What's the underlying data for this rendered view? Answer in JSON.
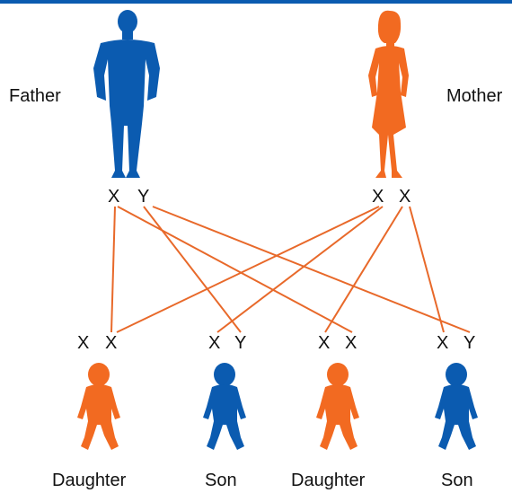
{
  "colors": {
    "male": "#0b5bb0",
    "female": "#f26a21",
    "line": "#e8692a",
    "topbar": "#0b5bb0"
  },
  "parents": {
    "father": {
      "label": "Father",
      "chromosomes": [
        "X",
        "Y"
      ],
      "icon": "man-silhouette-icon"
    },
    "mother": {
      "label": "Mother",
      "chromosomes": [
        "X",
        "X"
      ],
      "icon": "woman-silhouette-icon"
    }
  },
  "children": [
    {
      "label": "Daughter",
      "chromosomes": [
        "X",
        "X"
      ],
      "sex": "female",
      "icon": "baby-silhouette-icon"
    },
    {
      "label": "Son",
      "chromosomes": [
        "X",
        "Y"
      ],
      "sex": "male",
      "icon": "baby-silhouette-icon"
    },
    {
      "label": "Daughter",
      "chromosomes": [
        "X",
        "X"
      ],
      "sex": "female",
      "icon": "baby-silhouette-icon"
    },
    {
      "label": "Son",
      "chromosomes": [
        "X",
        "Y"
      ],
      "sex": "male",
      "icon": "baby-silhouette-icon"
    }
  ]
}
